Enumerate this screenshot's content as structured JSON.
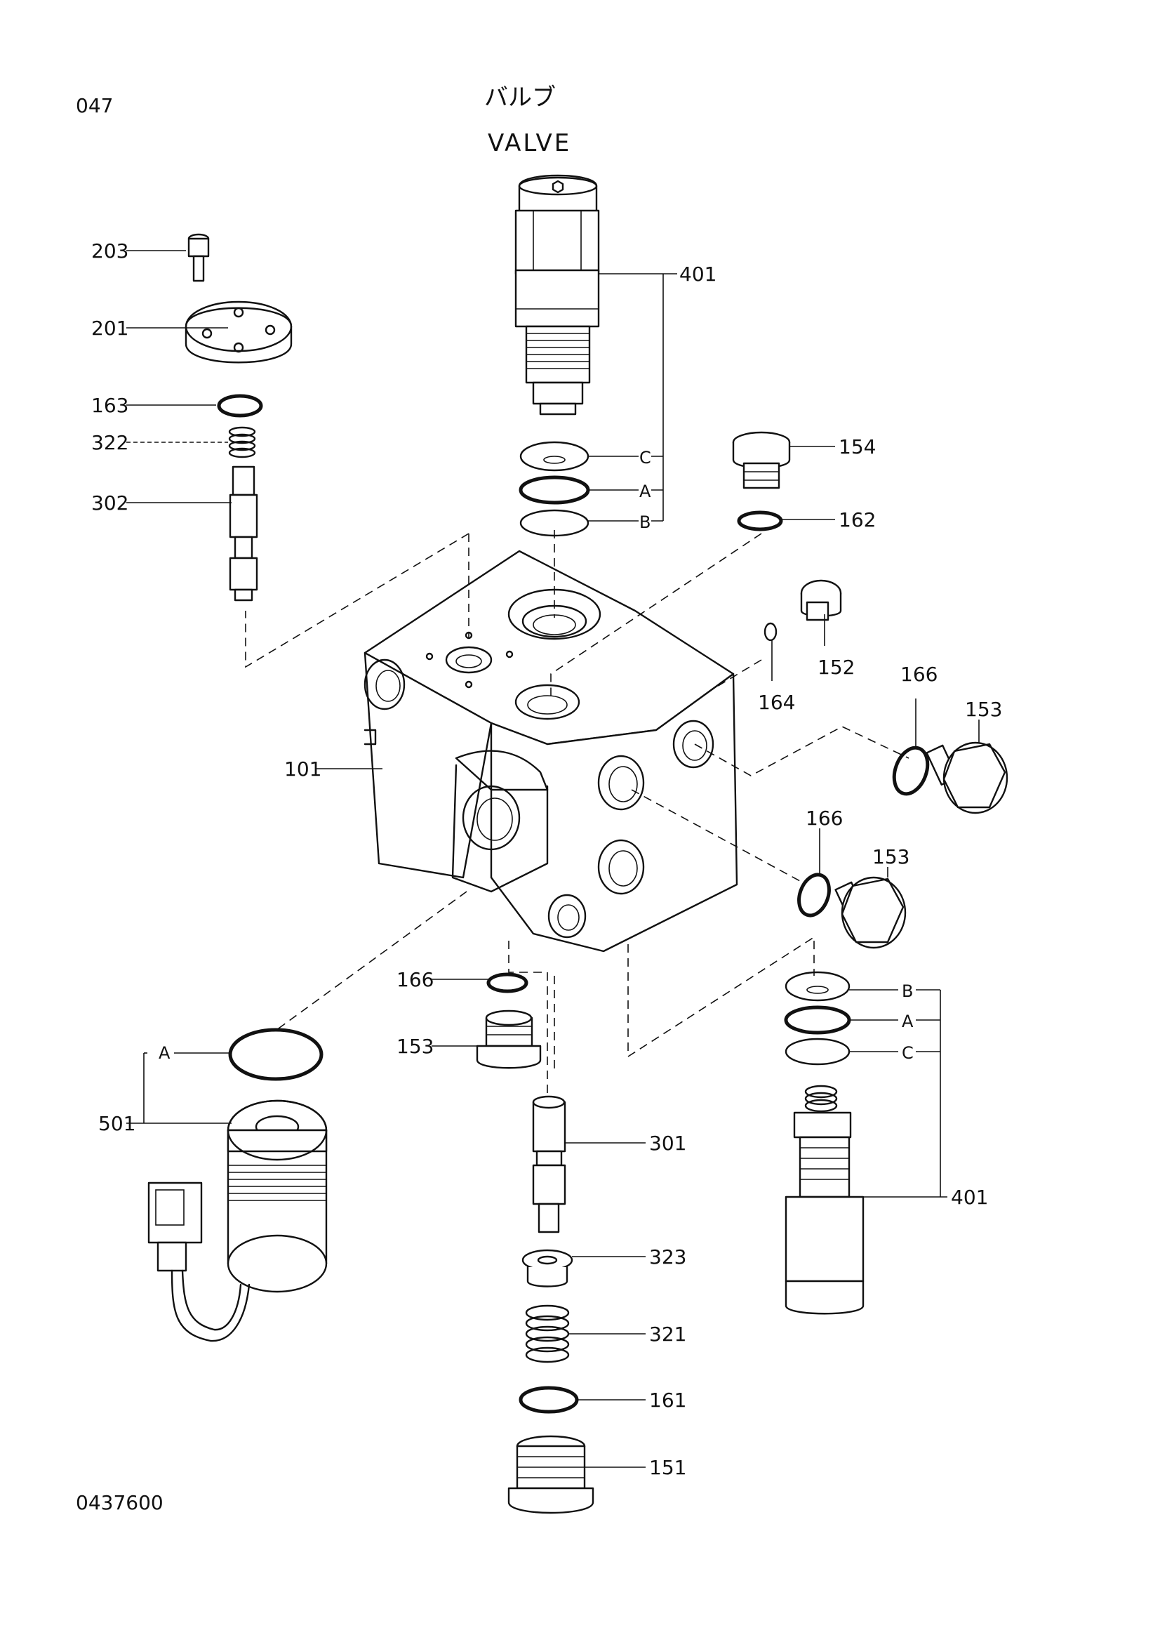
{
  "header": {
    "page_number": "047",
    "title_jp": "バルブ",
    "title_en": "VALVE"
  },
  "footer": {
    "drawing_number": "0437600"
  },
  "parts": {
    "p203": "203",
    "p201": "201",
    "p163": "163",
    "p322": "322",
    "p302": "302",
    "p401_top": "401",
    "p401_bottom": "401",
    "p154": "154",
    "p162": "162",
    "p152": "152",
    "p164": "164",
    "p166_a": "166",
    "p153_a": "153",
    "p166_b": "166",
    "p153_b": "153",
    "p101": "101",
    "p166_c": "166",
    "p153_c": "153",
    "p501": "501",
    "p301": "301",
    "p323": "323",
    "p321": "321",
    "p161": "161",
    "p151": "151"
  },
  "sub_labels": {
    "top_c": "C",
    "top_a": "A",
    "top_b": "B",
    "bot_b": "B",
    "bot_a": "A",
    "bot_c": "C",
    "sol_a": "A"
  }
}
